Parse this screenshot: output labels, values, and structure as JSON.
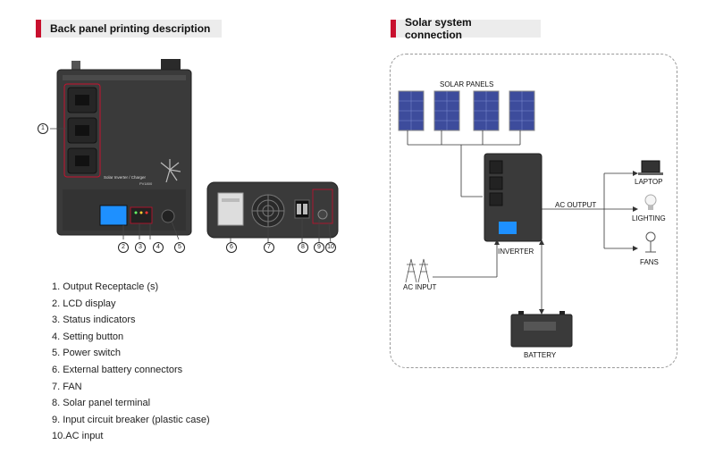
{
  "left_section": {
    "title": "Back panel printing description"
  },
  "right_section": {
    "title": "Solar system connection"
  },
  "device": {
    "label_line1": "Solar Inverter / Charger",
    "label_line2": "PV1800",
    "callouts": [
      "1",
      "2",
      "3",
      "4",
      "5",
      "6",
      "7",
      "8",
      "9",
      "10"
    ]
  },
  "legend": [
    "1.  Output Receptacle (s)",
    "2.  LCD display",
    "3.  Status indicators",
    "4.  Setting button",
    "5.  Power switch",
    "6.  External battery connectors",
    "7.  FAN",
    "8.  Solar panel terminal",
    "9.  Input circuit breaker (plastic case)",
    "10.AC input"
  ],
  "diagram": {
    "solar_panels": "SOLAR PANELS",
    "inverter": "INVERTER",
    "ac_output": "AC OUTPUT",
    "ac_input": "AC INPUT",
    "battery": "BATTERY",
    "laptop": "LAPTOP",
    "lighting": "LIGHTING",
    "fans": "FANS"
  },
  "colors": {
    "accent": "#c8102e",
    "header_bg": "#ececec",
    "device_body": "#3a3a3a",
    "panel_blue": "#3d4c9c"
  }
}
